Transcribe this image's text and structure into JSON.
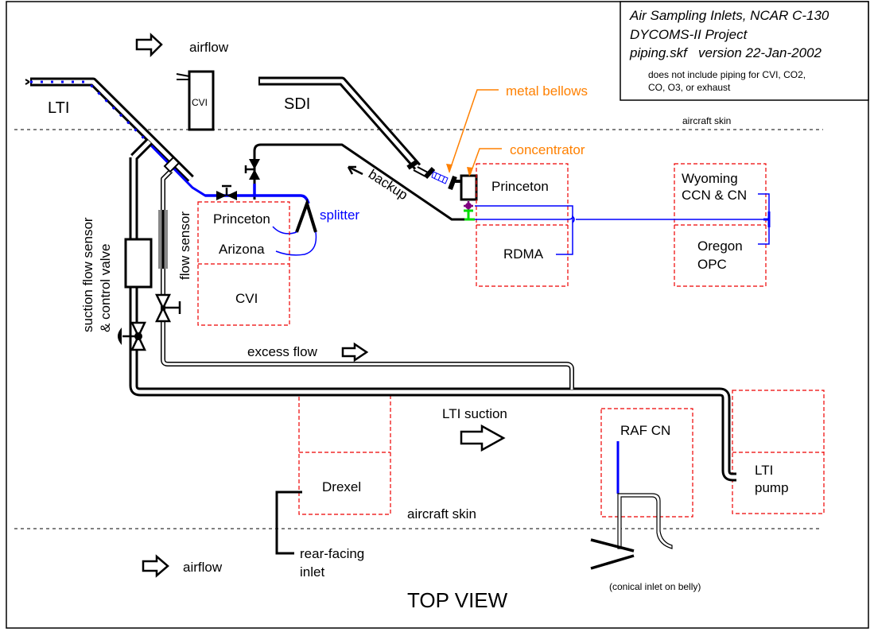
{
  "title_block": {
    "line1": "Air Sampling Inlets, NCAR C-130",
    "line2": "DYCOMS-II Project",
    "line3": "piping.skf   version 22-Jan-2002",
    "note_line1": "does not include piping for CVI, CO2,",
    "note_line2": "CO, O3, or exhaust"
  },
  "labels": {
    "airflow_top": "airflow",
    "airflow_bottom": "airflow",
    "lti": "LTI",
    "cvi_inlet": "CVI",
    "sdi": "SDI",
    "aircraft_skin_top": "aircraft skin",
    "aircraft_skin_bottom": "aircraft skin",
    "metal_bellows": "metal bellows",
    "concentrator": "concentrator",
    "backup": "backup",
    "splitter": "splitter",
    "suction_sensor_line1": "suction flow sensor",
    "suction_sensor_line2": "& control valve",
    "flow_sensor": "flow sensor",
    "excess_flow": "excess flow",
    "lti_suction": "LTI suction",
    "rear_facing_line1": "rear-facing",
    "rear_facing_line2": "inlet",
    "conical_inlet": "(conical inlet on belly)",
    "top_view": "TOP VIEW"
  },
  "instruments": {
    "princeton_left": "Princeton",
    "arizona": "Arizona",
    "cvi": "CVI",
    "princeton_right": "Princeton",
    "rdma": "RDMA",
    "wyoming_line1": "Wyoming",
    "wyoming_line2": "CCN & CN",
    "oregon_line1": "Oregon",
    "oregon_line2": "OPC",
    "raf_cn": "RAF CN",
    "lti_pump_line1": "LTI",
    "lti_pump_line2": "pump",
    "drexel": "Drexel"
  },
  "colors": {
    "sample_line": "#0000ff",
    "callout": "#ff8000",
    "rack_outline": "#ee0000",
    "purple_fitting": "#800080",
    "green_fitting": "#00dd00"
  }
}
